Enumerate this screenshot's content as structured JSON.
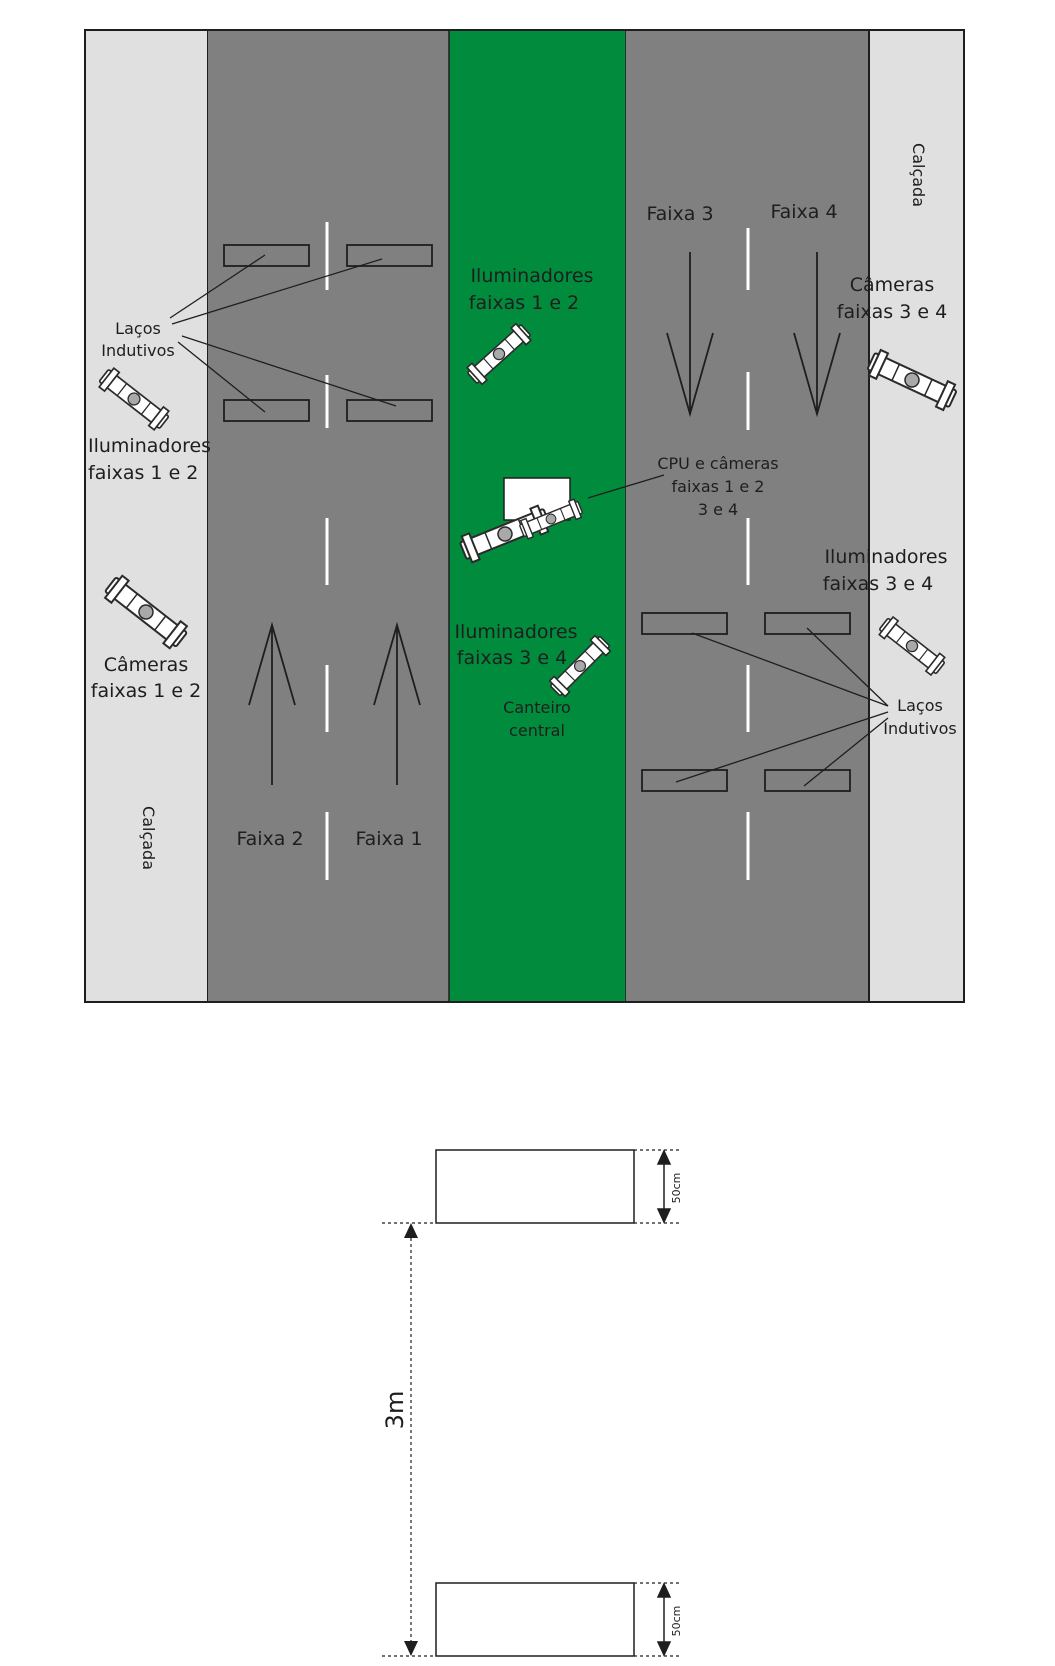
{
  "road": {
    "sidewalk_left_label": "Calçada",
    "sidewalk_right_label": "Calçada",
    "lanes": {
      "faixa1": "Faixa 1",
      "faixa2": "Faixa 2",
      "faixa3": "Faixa 3",
      "faixa4": "Faixa 4"
    },
    "labels": {
      "lacos_left_1": "Laços",
      "lacos_left_2": "Indutivos",
      "ilum_left_1": "Iluminadores",
      "ilum_left_2": "faixas 1 e 2",
      "cam_left_1": "Câmeras",
      "cam_left_2": "faixas 1 e 2",
      "ilum_center_top_1": "Iluminadores",
      "ilum_center_top_2": "faixas 1 e 2",
      "cpu_1": "CPU e câmeras",
      "cpu_2": "faixas 1 e 2",
      "cpu_3": "3 e 4",
      "ilum_center_bot_1": "Iluminadores",
      "ilum_center_bot_2": "faixas 3 e 4",
      "canteiro_1": "Canteiro",
      "canteiro_2": "central",
      "cam_right_1": "Câmeras",
      "cam_right_2": "faixas 3 e 4",
      "ilum_right_1": "Iluminadores",
      "ilum_right_2": "faixas 3 e 4",
      "lacos_right_1": "Laços",
      "lacos_right_2": "Indutivos"
    }
  },
  "dimension": {
    "spacing_label": "3m",
    "loop_height_label_top": "50cm",
    "loop_height_label_bottom": "50cm"
  },
  "colors": {
    "sidewalk": "#e0e0e0",
    "asphalt": "#808080",
    "median": "#008c3c",
    "lane_marking": "#ffffff",
    "outline": "#1e1e1e"
  },
  "icons": [
    "camera-icon",
    "illuminator-icon",
    "cpu-box-icon",
    "arrow-up-icon",
    "arrow-down-icon",
    "dimension-arrow-icon"
  ]
}
